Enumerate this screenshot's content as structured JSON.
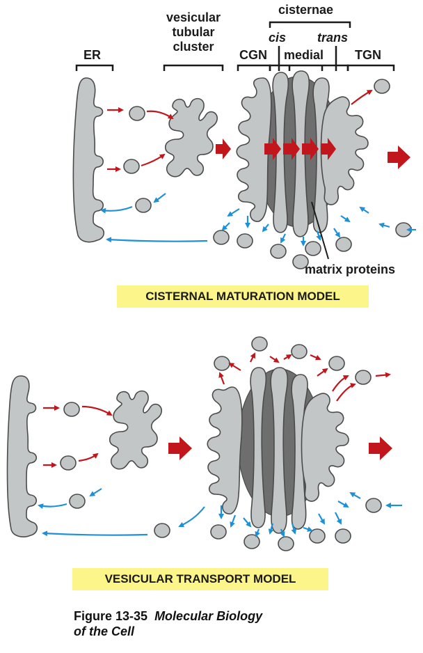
{
  "top_diagram": {
    "labels": {
      "er": "ER",
      "vtc_line1": "vesicular",
      "vtc_line2": "tubular",
      "vtc_line3": "cluster",
      "cisternae": "cisternae",
      "cis": "cis",
      "trans": "trans",
      "cgn": "CGN",
      "medial": "medial",
      "tgn": "TGN",
      "matrix_proteins": "matrix proteins"
    },
    "banner": "CISTERNAL MATURATION MODEL"
  },
  "bottom_diagram": {
    "banner": "VESICULAR TRANSPORT MODEL"
  },
  "caption": {
    "figure_number": "Figure 13-35",
    "title_line1": "Molecular Biology",
    "title_line2": "of the Cell"
  },
  "colors": {
    "membrane_fill": "#c3c6c6",
    "membrane_stroke": "#4a4a4a",
    "matrix_fill": "#6e6e6e",
    "red_arrow": "#c0161c",
    "blue_arrow": "#1e90d8",
    "banner_bg": "#fbf58a"
  }
}
